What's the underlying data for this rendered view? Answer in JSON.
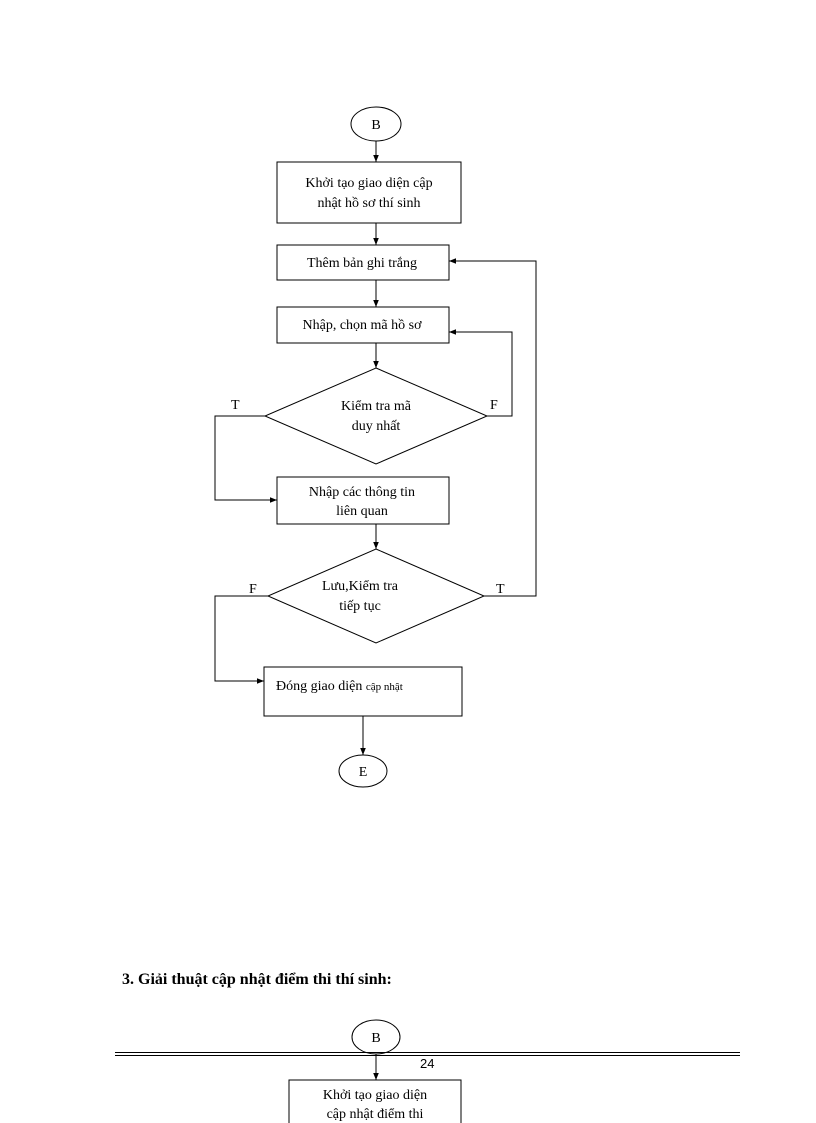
{
  "flowchart1": {
    "start": "B",
    "init": [
      "Khởi tạo giao diện cập",
      "nhật hồ sơ thí sinh"
    ],
    "add_blank": "Thêm bản ghi trắng",
    "enter_code": "Nhập,  chọn mã hồ sơ",
    "check_unique": [
      "Kiểm tra mã",
      "duy nhất"
    ],
    "check_unique_true": "T",
    "check_unique_false": "F",
    "enter_info": [
      "Nhập  các thông tin",
      "liên quan"
    ],
    "save_check": [
      "Lưu,Kiểm tra",
      "tiếp tục"
    ],
    "save_check_false": "F",
    "save_check_true": "T",
    "close_main": "Đóng giao diện ",
    "close_small": "cập nhật",
    "end": "E"
  },
  "section_heading": "3. Giải thuật cập nhật điểm thi thí sinh:",
  "flowchart2": {
    "start": "B",
    "init": [
      "Khởi tạo giao diện",
      "cập nhật điểm thi"
    ]
  },
  "page_number": "24"
}
